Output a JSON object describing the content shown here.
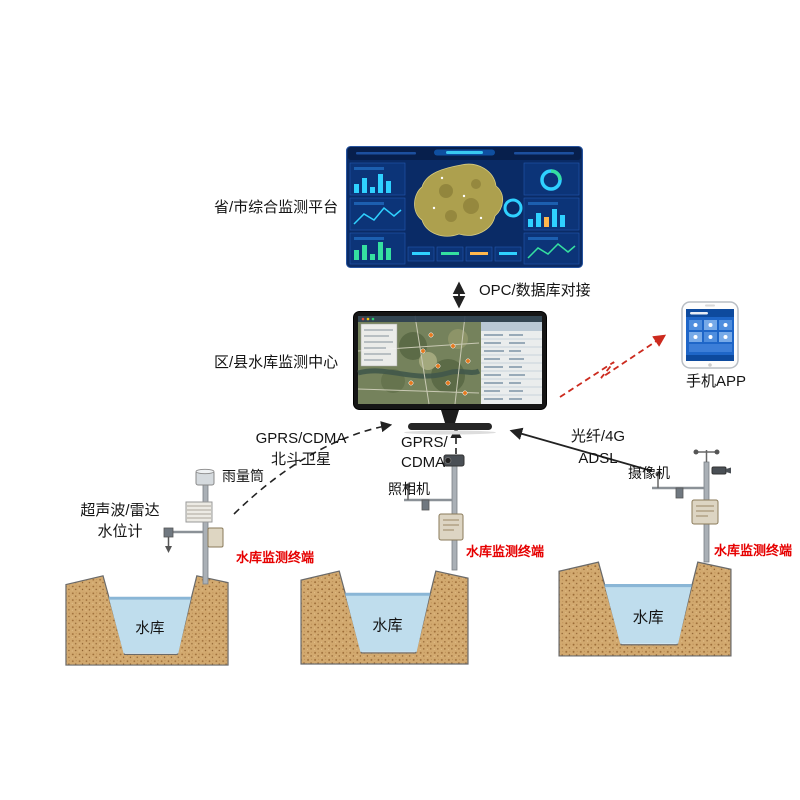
{
  "diagram": {
    "type": "reservoir-monitoring-system-architecture"
  },
  "labels": {
    "platform": "省/市综合监测平台",
    "opc_link": "OPC/数据库对接",
    "center": "区/县水库监测中心",
    "phone_app": "手机APP",
    "left_link_line1": "GPRS/CDMA",
    "left_link_line2": "北斗卫星",
    "mid_link_line1": "GPRS/",
    "mid_link_line2": "CDMA",
    "right_link_line1": "光纤/4G",
    "right_link_line2": "ADSL",
    "rain_gauge": "雨量筒",
    "still_camera": "照相机",
    "video_camera": "摄像机",
    "water_level_line1": "超声波/雷达",
    "water_level_line2": "水位计",
    "terminal": "水库监测终端",
    "reservoir": "水库"
  },
  "colors": {
    "terminal_label": "#e60000",
    "arrow": "#222222",
    "wireless_arrow_red": "#cc2a1e",
    "dashboard_bg": "#0a2b66",
    "dashboard_accent": "#2fd1ff",
    "monitor_map": "#75825c",
    "water": "#bfdded",
    "earth": "#d2a96f",
    "phone_screen": "#1e66c8"
  }
}
